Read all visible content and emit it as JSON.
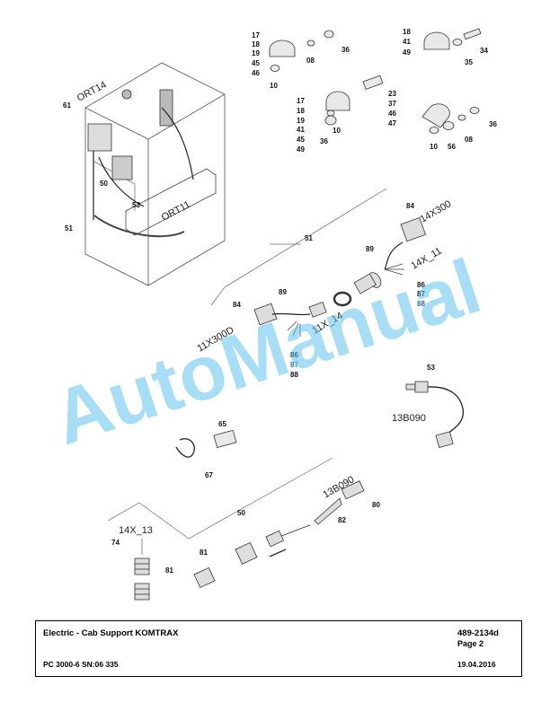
{
  "footer": {
    "title": "Electric - Cab Support KOMTRAX",
    "doc_number": "489-2134d",
    "page": "Page 2",
    "model": "PC 3000-6 SN:06 335",
    "date": "19.04.2016"
  },
  "watermark": "AutoManual",
  "connectors": {
    "ort14": "ORT14",
    "ort11": "ORT11",
    "c14x300": "14X300",
    "c14x11": "14X_11",
    "c11x300d": "11X300D",
    "c11x14": "11X_14",
    "c13b090a": "13B090",
    "c13b090b": "13B090",
    "c14x13": "14X_13"
  },
  "callouts": {
    "c61": "61",
    "c50a": "50",
    "c53a": "53",
    "c51a": "51",
    "g1_17": "17",
    "g1_18": "18",
    "g1_19": "19",
    "g1_45": "45",
    "g1_46": "46",
    "g1_08": "08",
    "g1_10": "10",
    "g1_36": "36",
    "g2_18": "18",
    "g2_41": "41",
    "g2_49": "49",
    "g2_34": "34",
    "g2_35": "35",
    "g3_17": "17",
    "g3_18": "18",
    "g3_19": "19",
    "g3_41": "41",
    "g3_45": "45",
    "g3_49": "49",
    "g3_23": "23",
    "g3_37": "37",
    "g3_46": "46",
    "g3_47": "47",
    "g3_10": "10",
    "g3_36": "36",
    "g4_08": "08",
    "g4_10": "10",
    "g4_56": "56",
    "g4_36": "36",
    "c51b": "51",
    "c84a": "84",
    "c89a": "89",
    "c86a": "86",
    "c87a": "87",
    "c88a": "88",
    "c84b": "84",
    "c89b": "89",
    "c86b": "86",
    "c87b": "87",
    "c88b": "88",
    "c53b": "53",
    "c65": "65",
    "c67": "67",
    "c50b": "50",
    "c80": "80",
    "c82": "82",
    "c74": "74",
    "c81a": "81",
    "c81b": "81"
  }
}
